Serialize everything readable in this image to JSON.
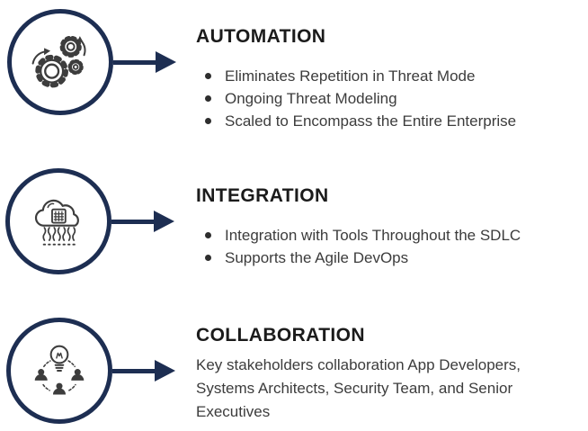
{
  "colors": {
    "accent_navy": "#1d2e52",
    "icon_stroke": "#3d3d3d",
    "heading_text": "#1b1b1b",
    "body_text": "#3c3c3c",
    "background": "#ffffff"
  },
  "sections": [
    {
      "title": "AUTOMATION",
      "icon": "gears-automation-icon",
      "bullets": [
        "Eliminates Repetition in Threat Mode",
        "Ongoing Threat Modeling",
        "Scaled to Encompass the Entire Enterprise"
      ]
    },
    {
      "title": "INTEGRATION",
      "icon": "cloud-sdlc-integration-icon",
      "bullets": [
        "Integration with Tools Throughout the SDLC",
        "Supports the Agile DevOps"
      ]
    },
    {
      "title": "COLLABORATION",
      "icon": "people-idea-collaboration-icon",
      "paragraph_lines": [
        "Key stakeholders collaboration App Developers,",
        "Systems Architects, Security Team, and Senior",
        "Executives"
      ]
    }
  ]
}
